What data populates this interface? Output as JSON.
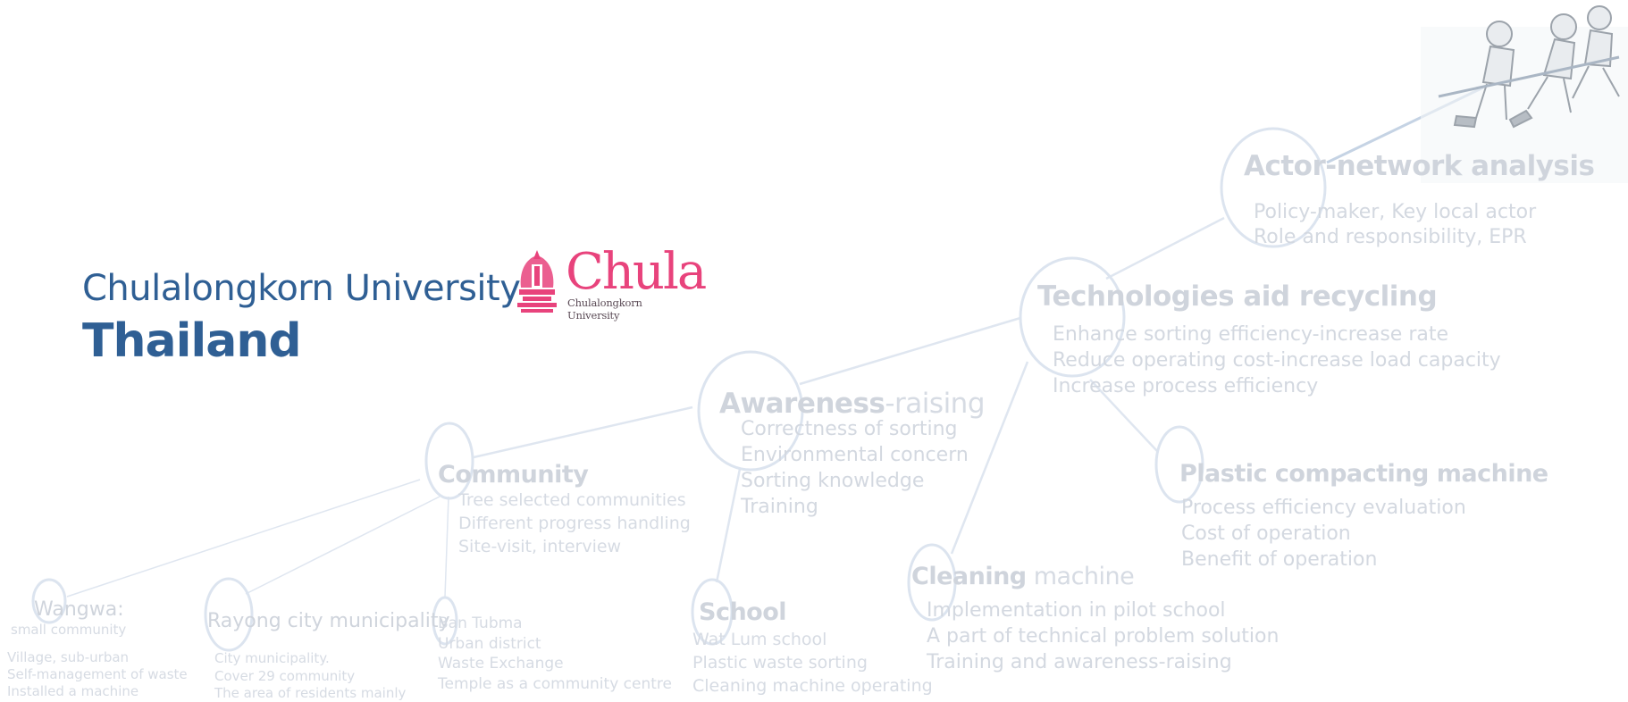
{
  "header": {
    "university": "Chulalongkorn University",
    "country": "Thailand"
  },
  "logo": {
    "word": "Chula",
    "subtitle": "Chulalongkorn University"
  },
  "nodes": {
    "actor_network": {
      "title": "Actor-network analysis",
      "items": [
        "Policy-maker, Key local actor",
        "Role and responsibility, EPR"
      ]
    },
    "technologies": {
      "title": "Technologies aid recycling",
      "items": [
        "Enhance sorting efficiency-increase rate",
        "Reduce operating cost-increase load capacity",
        "Increase process efficiency"
      ]
    },
    "awareness": {
      "title_bold": "Awareness",
      "title_rest": "-raising",
      "items": [
        "Correctness of sorting",
        "Environmental concern",
        "Sorting knowledge",
        "Training"
      ]
    },
    "plastic": {
      "title": "Plastic compacting machine",
      "items": [
        "Process efficiency evaluation",
        "Cost of operation",
        "Benefit of operation"
      ]
    },
    "cleaning": {
      "title_bold": "Cleaning",
      "title_rest": " machine",
      "items": [
        "Implementation in pilot school",
        "A part of technical problem solution",
        "Training and awareness-raising"
      ]
    },
    "community": {
      "title": "Community",
      "items": [
        "Tree selected communities",
        "Different progress handling",
        "Site-visit, interview"
      ]
    },
    "school": {
      "title": "School",
      "items": [
        "Wat Lum school",
        "Plastic waste sorting",
        "Cleaning machine operating"
      ]
    },
    "wangwa": {
      "title": "Wangwa:",
      "subtitle": "small community",
      "items": [
        "Village, sub-urban",
        "Self-management of waste",
        "Installed a machine"
      ]
    },
    "rayong": {
      "title": "Rayong city municipality",
      "items": [
        "City municipality.",
        "Cover 29 community",
        "The area of residents mainly"
      ]
    },
    "ban_tubma": {
      "items": [
        "Ban Tubma",
        "Urban district",
        "Waste Exchange",
        "Temple as a community centre"
      ]
    }
  },
  "colors": {
    "title_blue": "#2f5f94",
    "chula_pink": "#e8437c",
    "faded_text": "#d6dbe3",
    "connector": "#dfe6f0"
  },
  "decoration": {
    "illustration": "children-tug-of-war-icon"
  }
}
